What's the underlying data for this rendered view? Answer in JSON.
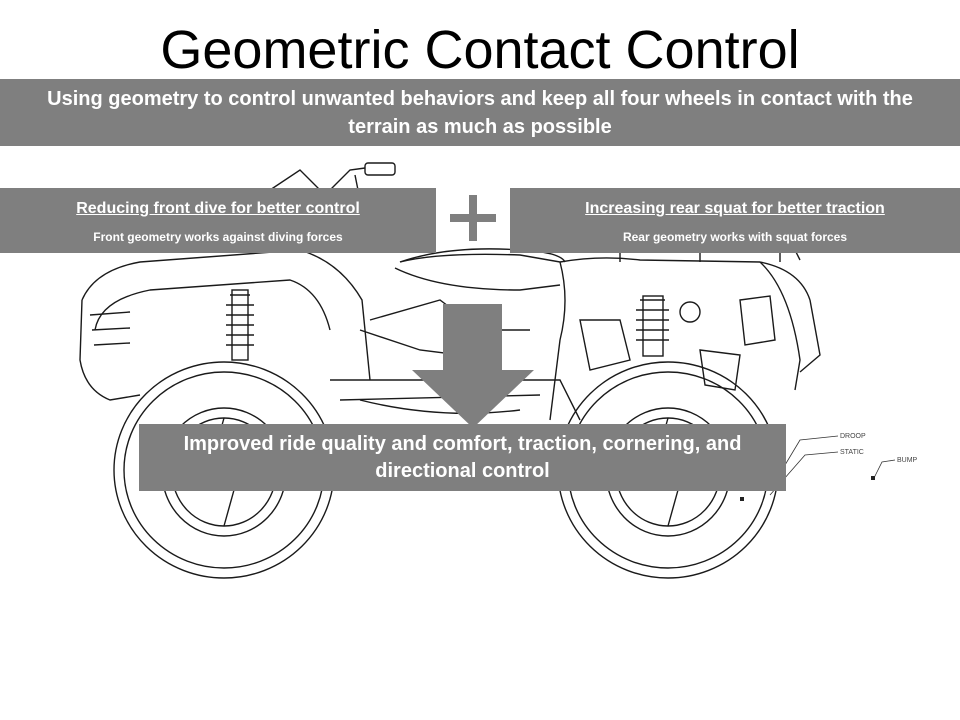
{
  "title": "Geometric Contact Control",
  "banner": "Using geometry to control unwanted behaviors and keep all four wheels in contact with the terrain as much as possible",
  "front": {
    "heading": "Reducing front dive for better control",
    "sub": "Front geometry works against diving forces"
  },
  "rear": {
    "heading": "Increasing rear squat for better traction",
    "sub": "Rear geometry works with squat forces"
  },
  "result": "Improved ride quality and comfort, traction, cornering, and directional control",
  "labels": {
    "droop": "DROOP",
    "static": "STATIC",
    "bump": "BUMP"
  },
  "colors": {
    "box": "#7f7f7f",
    "text_on_box": "#ffffff"
  },
  "icons": [
    "plus-icon",
    "down-arrow-icon"
  ]
}
